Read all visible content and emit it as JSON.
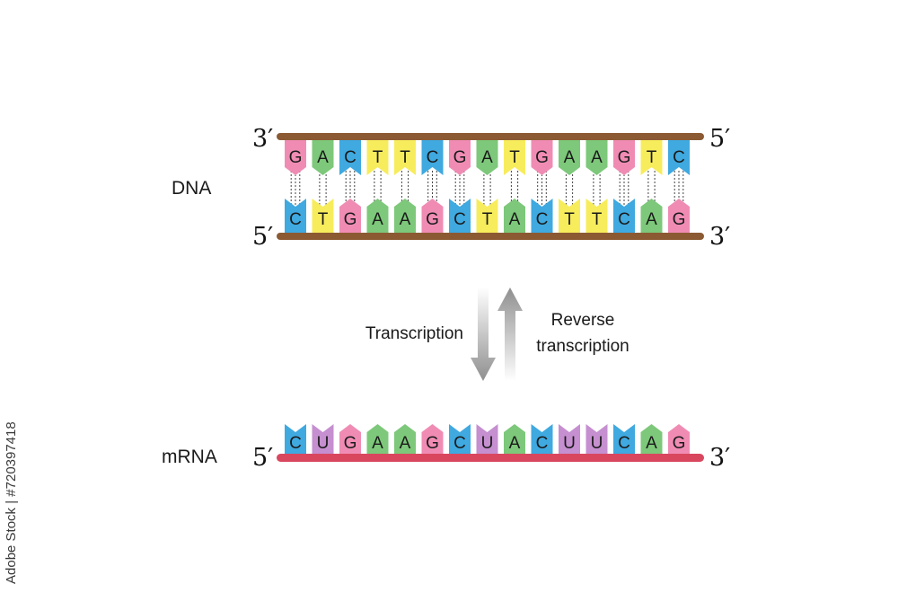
{
  "labels": {
    "dna": "DNA",
    "mrna": "mRNA",
    "transcription": "Transcription",
    "reverse_line1": "Reverse",
    "reverse_line2": "transcription"
  },
  "ends": {
    "dna_top_left": "3′",
    "dna_top_right": "5′",
    "dna_bottom_left": "5′",
    "dna_bottom_right": "3′",
    "mrna_left": "5′",
    "mrna_right": "3′"
  },
  "sequences": {
    "dna_top": [
      "G",
      "A",
      "C",
      "T",
      "T",
      "C",
      "G",
      "A",
      "T",
      "G",
      "A",
      "A",
      "G",
      "T",
      "C"
    ],
    "dna_bottom": [
      "C",
      "T",
      "G",
      "A",
      "A",
      "G",
      "C",
      "T",
      "A",
      "C",
      "T",
      "T",
      "C",
      "A",
      "G"
    ],
    "mrna": [
      "C",
      "U",
      "G",
      "A",
      "A",
      "G",
      "C",
      "U",
      "A",
      "C",
      "U",
      "U",
      "C",
      "A",
      "G"
    ]
  },
  "base_colors": {
    "A": "#7dc87a",
    "T": "#f7ec5c",
    "G": "#f08cb4",
    "C": "#3fa9e0",
    "U": "#c58fd0"
  },
  "backbone_colors": {
    "dna": "#8b5a33",
    "mrna": "#d9475f"
  },
  "stock_text": "Adobe Stock | #720397418"
}
